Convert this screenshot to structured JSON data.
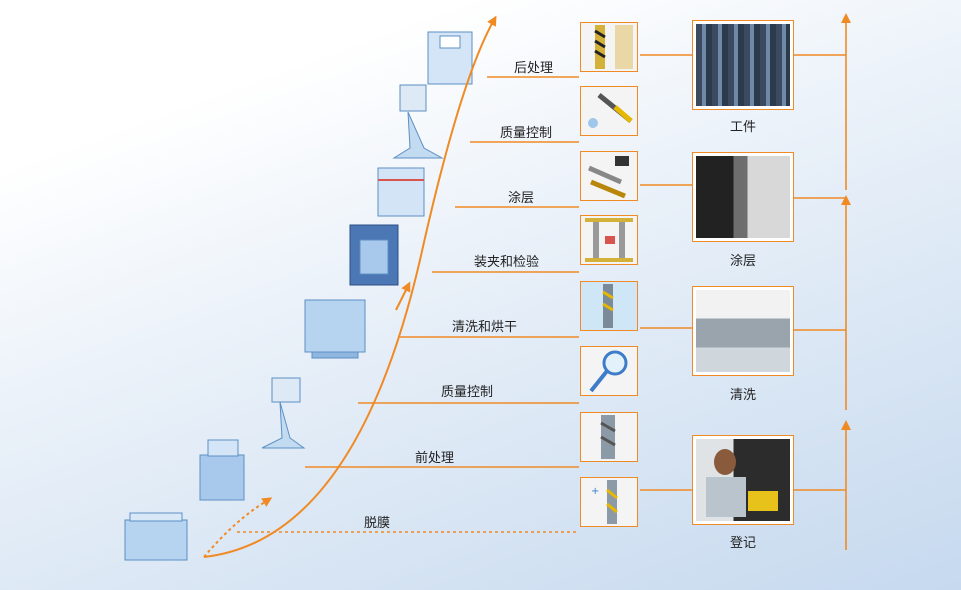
{
  "accent_color": "#f08a24",
  "steps": [
    {
      "label": "后处理",
      "icon": "drill-bit-coated-icon"
    },
    {
      "label": "质量控制",
      "icon": "drill-bit-inspection-icon"
    },
    {
      "label": "涂层",
      "icon": "coated-tools-icon"
    },
    {
      "label": "装夹和检验",
      "icon": "fixture-rack-icon"
    },
    {
      "label": "清洗和烘干",
      "icon": "wet-drill-bit-icon"
    },
    {
      "label": "质量控制",
      "icon": "magnifier-icon"
    },
    {
      "label": "前处理",
      "icon": "drill-bit-icon"
    },
    {
      "label": "脱膜",
      "icon": "stripped-drill-bit-icon"
    }
  ],
  "photos": [
    {
      "label": "工件",
      "icon": "workpiece-rack-photo"
    },
    {
      "label": "涂层",
      "icon": "coating-machine-photo"
    },
    {
      "label": "清洗",
      "icon": "cleaning-line-photo"
    },
    {
      "label": "登记",
      "icon": "registration-worker-photo"
    }
  ]
}
